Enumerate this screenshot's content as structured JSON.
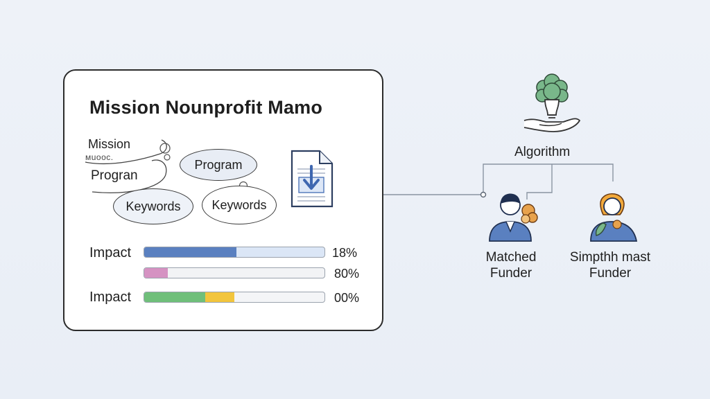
{
  "card": {
    "title": "Mission Nounprofit Mamo",
    "mission_label": "Mission",
    "mission_subtext": "мuooc.",
    "program_label": "Progran",
    "bubbles": [
      "Program",
      "Keywords",
      "Keywords"
    ]
  },
  "bars": [
    {
      "label": "Impact",
      "percent_text": "18%",
      "segments": [
        {
          "fraction": 0.51,
          "color": "#5a80c0"
        }
      ],
      "track_color": "#dbe6f6"
    },
    {
      "label": "",
      "percent_text": "80%",
      "segments": [
        {
          "fraction": 0.13,
          "color": "#d592c2"
        }
      ],
      "track_color": "#f2f3f5"
    },
    {
      "label": "Impact",
      "percent_text": "00%",
      "segments": [
        {
          "fraction": 0.34,
          "color": "#6fbf7a"
        },
        {
          "fraction": 0.16,
          "color": "#f2c53d"
        }
      ],
      "track_color": "#f4f5f7"
    }
  ],
  "right": {
    "algorithm_label": "Algorithm",
    "funder_1": {
      "line1": "Matched",
      "line2": "Funder"
    },
    "funder_2": {
      "line1": "Simpthh mast",
      "line2": "Funder"
    }
  },
  "icons": [
    "lightbulb-hand-icon",
    "document-download-icon",
    "person-funder-icon",
    "person-funder-alt-icon"
  ],
  "colors": {
    "accent_blue": "#4f76b8",
    "bubble_fill": "#e8edf5",
    "green": "#6fbf7a",
    "yellow": "#f2c53d",
    "pink": "#d592c2"
  }
}
